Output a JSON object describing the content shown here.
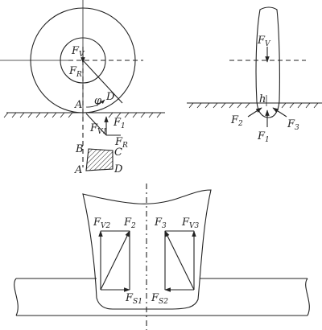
{
  "labels": {
    "fv_wheel": {
      "base": "F",
      "sub": "V"
    },
    "fr_wheel": {
      "base": "F",
      "sub": "R"
    },
    "phi": "φ",
    "a_top": "A",
    "d_top": "D",
    "f1_left": {
      "base": "F",
      "sub": "1"
    },
    "fv1": {
      "base": "F",
      "sub": "V1"
    },
    "fr_low": {
      "base": "F",
      "sub": "R"
    },
    "b": "B",
    "c": "C",
    "a_low": "A",
    "d_low": "D",
    "fv_side": {
      "base": "F",
      "sub": "V"
    },
    "h": "h",
    "f2_side": {
      "base": "F",
      "sub": "2"
    },
    "f3_side": {
      "base": "F",
      "sub": "3"
    },
    "f1_side": {
      "base": "F",
      "sub": "1"
    },
    "fv2": {
      "base": "F",
      "sub": "V2"
    },
    "f2_bot": {
      "base": "F",
      "sub": "2"
    },
    "f3_bot": {
      "base": "F",
      "sub": "3"
    },
    "fv3": {
      "base": "F",
      "sub": "V3"
    },
    "fs1": {
      "base": "F",
      "sub": "S1"
    },
    "fs2": {
      "base": "F",
      "sub": "S2"
    }
  }
}
